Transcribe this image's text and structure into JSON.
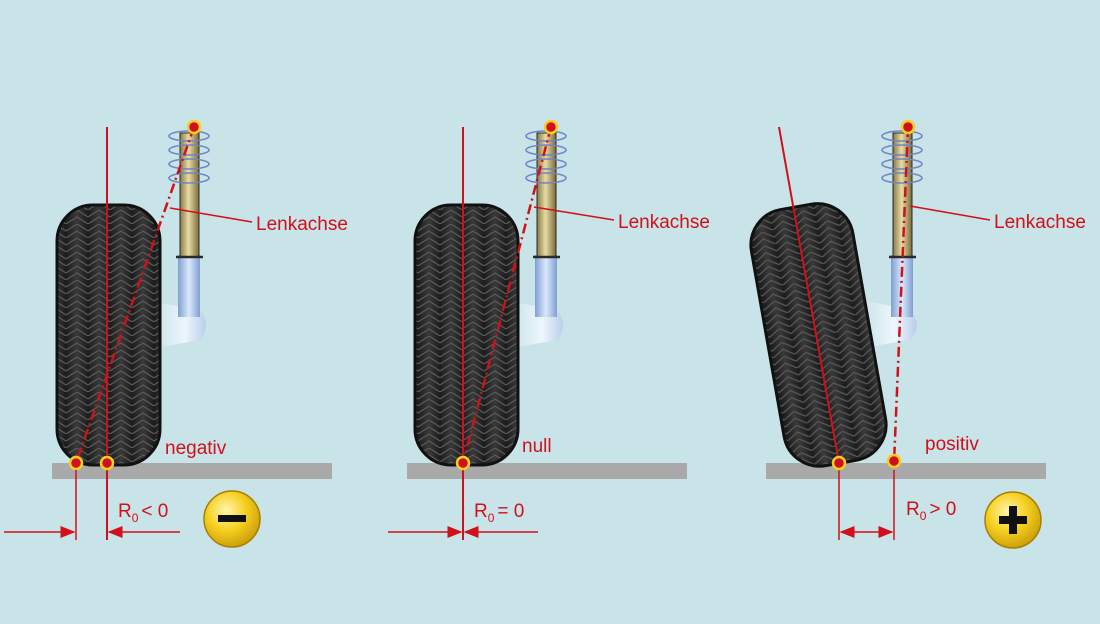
{
  "panels": [
    {
      "id": "negative",
      "label": "negativ",
      "axis_label": "Lenkachse",
      "r_label": "R",
      "r_sub": "0",
      "r_rel": "< 0",
      "sign": "−"
    },
    {
      "id": "zero",
      "label": "null",
      "axis_label": "Lenkachse",
      "r_label": "R",
      "r_sub": "0",
      "r_rel": "= 0",
      "sign": ""
    },
    {
      "id": "positive",
      "label": "positiv",
      "axis_label": "Lenkachse",
      "r_label": "R",
      "r_sub": "0",
      "r_rel": "> 0",
      "sign": "+"
    }
  ],
  "colors": {
    "background": "#c8e4e8",
    "line_red": "#d0101a",
    "tire": "#2b2b2b",
    "ground": "#a9a9a9",
    "shock_body": "#c9b87a",
    "strut_tube": "#9fb8e0",
    "spring": "#6f86c4",
    "sign_badge": "#f2c416"
  }
}
